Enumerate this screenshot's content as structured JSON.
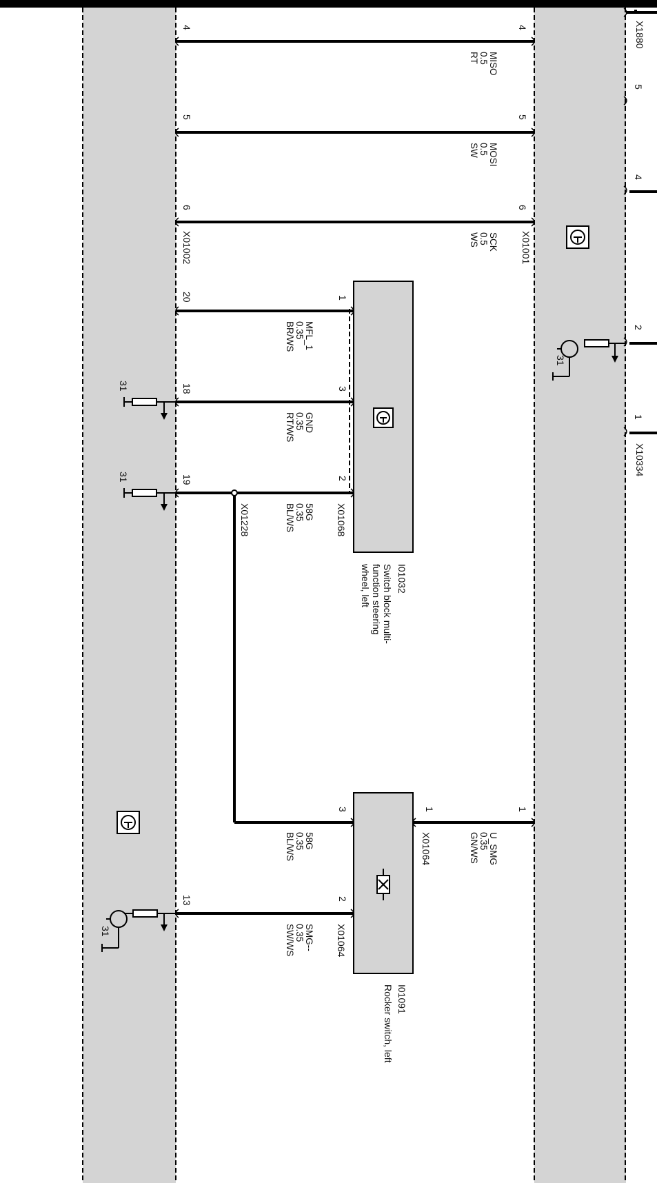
{
  "connectors": {
    "x1880": "X1880",
    "x10334": "X10334",
    "x01001": "X01001",
    "x01002": "X01002",
    "x01068": "X01068",
    "x01064_a": "X01064",
    "x01064_b": "X01064",
    "x01228": "X01228"
  },
  "top_pins": {
    "p5": "5",
    "p4": "4",
    "p2": "2",
    "p1": "1"
  },
  "wires": [
    {
      "id": "miso",
      "name": "MISO",
      "size": "0.5",
      "color": "RT",
      "pin_top": "4",
      "pin_bottom": "4"
    },
    {
      "id": "mosi",
      "name": "MOSI",
      "size": "0.5",
      "color": "SW",
      "pin_top": "5",
      "pin_bottom": "5"
    },
    {
      "id": "sck",
      "name": "SCK",
      "size": "0.5",
      "color": "WS",
      "pin_top": "6",
      "pin_bottom": "6"
    },
    {
      "id": "mfl",
      "name": "MFL_1",
      "size": "0.35",
      "color": "BR/WS",
      "pin_module": "1",
      "pin_bottom": "20"
    },
    {
      "id": "gnd",
      "name": "GND",
      "size": "0.35",
      "color": "RT/WS",
      "pin_module": "3",
      "pin_bottom": "18"
    },
    {
      "id": "58g_a",
      "name": "58G",
      "size": "0.35",
      "color": "BL/WS",
      "pin_module": "2",
      "pin_bottom": "19"
    },
    {
      "id": "usmg",
      "name": "U_SMG",
      "size": "0.35",
      "color": "GN/WS",
      "pin_top": "1",
      "pin_module": "1"
    },
    {
      "id": "58g_b",
      "name": "58G",
      "size": "0.35",
      "color": "BL/WS",
      "pin_module": "3"
    },
    {
      "id": "smg",
      "name": "SMG--",
      "size": "0.35",
      "color": "SW/WS",
      "pin_module": "2",
      "pin_bottom": "13"
    }
  ],
  "ground_labels": {
    "g_top": "31",
    "g_18": "31",
    "g_19": "31",
    "g_13": "31"
  },
  "components": {
    "i01032": {
      "id": "I01032",
      "desc": "Switch block multi-\nfunction steering\nwheel, left"
    },
    "i01091": {
      "id": "I01091",
      "desc": "Rocker switch, left"
    }
  },
  "icon_names": [
    "control-unit-icon",
    "ground-symbol-icon",
    "switch-symbol-icon"
  ]
}
